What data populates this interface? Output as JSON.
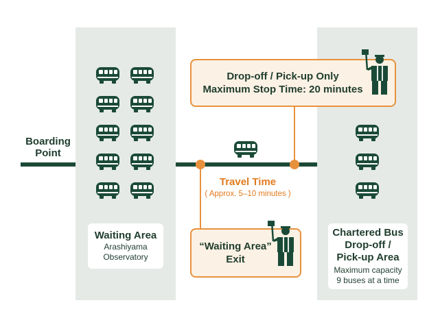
{
  "boarding_point": {
    "line1": "Boarding",
    "line2": "Point"
  },
  "waiting_area": {
    "title": "Waiting Area",
    "line1": "Arashiyama",
    "line2": "Observatory",
    "bus_count": 10
  },
  "travel": {
    "title": "Travel Time",
    "subtitle": "( Approx. 5–10 minutes )"
  },
  "dropoff_callout": {
    "line1": "Drop-off / Pick-up Only",
    "line2": "Maximum Stop Time: 20 minutes"
  },
  "exit_callout": {
    "line1": "“Waiting Area”",
    "line2": "Exit"
  },
  "chartered_area": {
    "line1": "Chartered Bus",
    "line2": "Drop-off /",
    "line3": "Pick-up Area",
    "line4": "Maximum capacity",
    "line5": "9 buses at a time",
    "bus_count": 3
  },
  "icons": [
    "bus-icon",
    "flag-staff-icon"
  ],
  "colors": {
    "accent": "#e8913d",
    "dark_green": "#1a4a37",
    "panel": "#e5eae6",
    "callout_bg": "#fbf1e4",
    "travel_text": "#e07a1f"
  }
}
